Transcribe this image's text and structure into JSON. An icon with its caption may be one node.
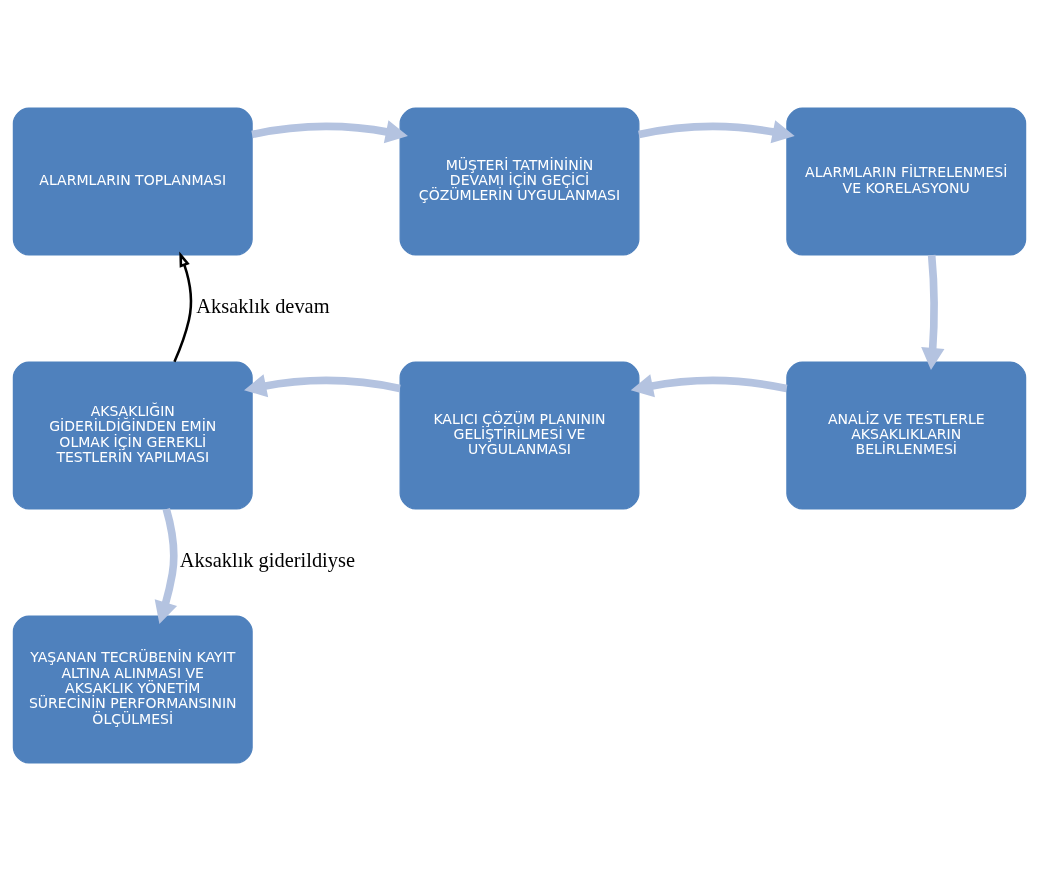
{
  "diagram": {
    "nodes": [
      {
        "text": [
          "ALARMLARIN TOPLANMASI"
        ]
      },
      {
        "text": [
          "MÜŞTERİ TATMİNİNİN DEVAMI İÇİN GEÇİCİ ÇÖZÜMLERİN UYGULANMASI"
        ]
      },
      {
        "text": [
          "ALARMLARIN FİLTRELENMESİ VE KORELASYONU"
        ]
      },
      {
        "text": [
          "ANALİZ VE TESTLERLE AKSAKLIKLARIN BELİRLENMESİ"
        ]
      },
      {
        "text": [
          "KALICI ÇÖZÜM PLANININ GELİŞTİRİLMESİ VE UYGULANMASI"
        ]
      },
      {
        "text": [
          "AKSAKLIĞIN GİDERİLDİĞİNDEN EMİN OLMAK İÇİN GEREKLİ TESTLERİN YAPILMASI"
        ]
      },
      {
        "text": [
          "YAŞANAN TECRÜBENİN KAYIT ALTINA ALINMASI VE AKSAKLIK YÖNETİM SÜRECİNİN PERFORMANSININ ÖLÇÜLMESİ"
        ]
      }
    ],
    "edges": [
      {
        "from": 0,
        "to": 1,
        "arrow": "to"
      },
      {
        "from": 1,
        "to": 2,
        "arrow": "to"
      },
      {
        "from": 2,
        "to": 3,
        "arrow": "to"
      },
      {
        "from": 3,
        "to": 4,
        "arrow": "to"
      },
      {
        "from": 4,
        "to": 5,
        "arrow": "to"
      },
      {
        "from": 5,
        "to": 0,
        "arrow": "to",
        "label": "Aksaklık devam",
        "color": "#000000"
      },
      {
        "from": 5,
        "to": 6,
        "arrow": "to",
        "label": "Aksaklık giderildiyse"
      }
    ]
  }
}
